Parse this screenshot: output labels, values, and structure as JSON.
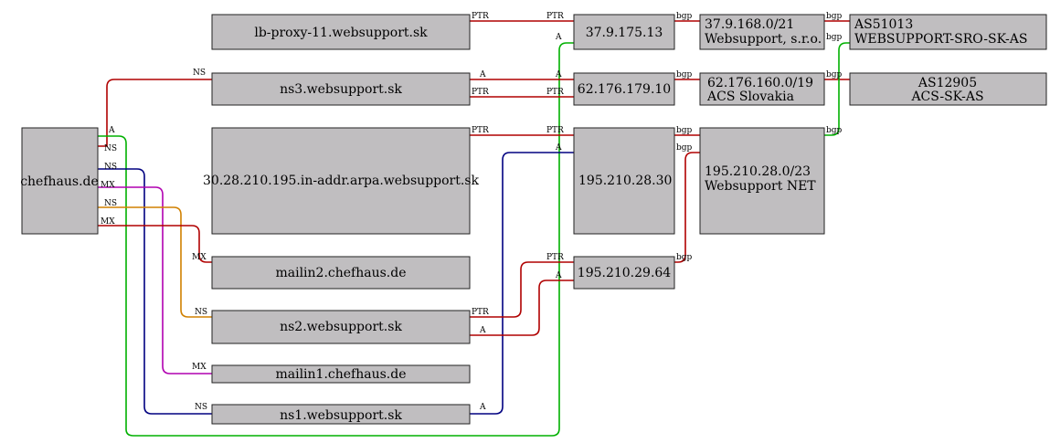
{
  "diagram": {
    "colors": {
      "red": "#b00000",
      "green": "#00b000",
      "navy": "#000080",
      "magenta": "#b000b0",
      "orange": "#d08000",
      "node_fill": "#c0bec0"
    },
    "nodes": {
      "chefhaus": "chefhaus.de",
      "lb_proxy": "lb-proxy-11.websupport.sk",
      "ns3": "ns3.websupport.sk",
      "inaddr": "30.28.210.195.in-addr.arpa.websupport.sk",
      "mailin2": "mailin2.chefhaus.de",
      "ns2": "ns2.websupport.sk",
      "mailin1": "mailin1.chefhaus.de",
      "ns1": "ns1.websupport.sk",
      "ip_37": "37.9.175.13",
      "ip_62": "62.176.179.10",
      "ip_195_30": "195.210.28.30",
      "ip_195_64": "195.210.29.64",
      "net_37_line1": "37.9.168.0/21",
      "net_37_line2": "Websupport, s.r.o.",
      "net_62_line1": "62.176.160.0/19",
      "net_62_line2": "ACS Slovakia",
      "net_195_line1": "195.210.28.0/23",
      "net_195_line2": "Websupport NET",
      "as51013_line1": "AS51013",
      "as51013_line2": "WEBSUPPORT-SRO-SK-AS",
      "as12905_line1": "AS12905",
      "as12905_line2": "ACS-SK-AS"
    },
    "edge_labels": {
      "ptr": "PTR",
      "a": "A",
      "ns": "NS",
      "mx": "MX",
      "bgp": "bgp"
    }
  }
}
